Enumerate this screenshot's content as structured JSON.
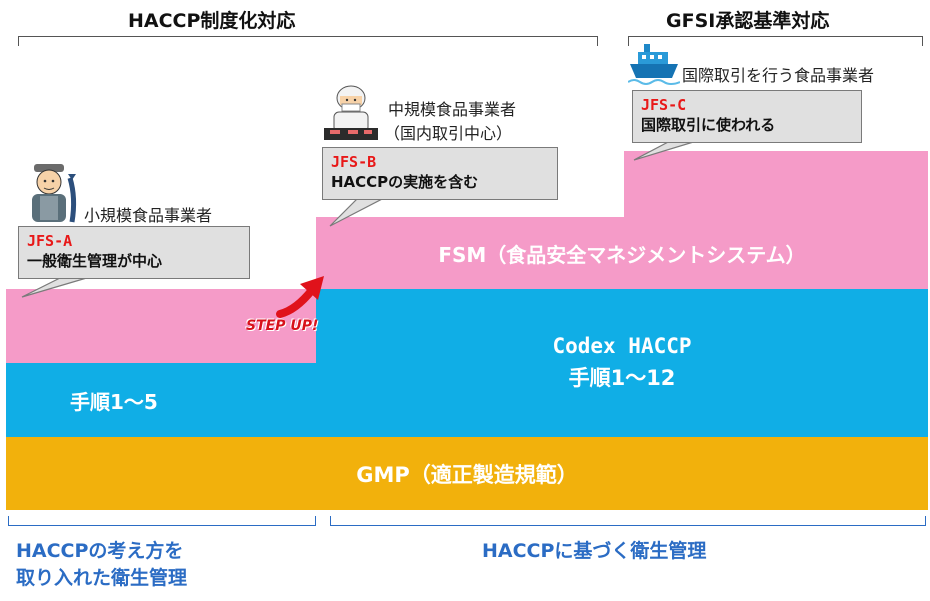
{
  "header": {
    "left_title": "HACCP制度化対応",
    "right_title": "GFSI承認基準対応"
  },
  "layers": {
    "gmp": "GMP（適正製造規範）",
    "codex_left": "手順1～5",
    "codex_right_line1": "Codex HACCP",
    "codex_right_line2": "手順1～12",
    "fsm": "FSM（食品安全マネジメントシステム）"
  },
  "callouts": [
    {
      "code": "JFS-A",
      "desc": "一般衛生管理が中心",
      "business": "小規模食品事業者",
      "business_line2": ""
    },
    {
      "code": "JFS-B",
      "desc": "HACCPの実施を含む",
      "business": "中規模食品事業者",
      "business_line2": "（国内取引中心）"
    },
    {
      "code": "JFS-C",
      "desc": "国際取引に使われる",
      "business": "国際取引を行う食品事業者",
      "business_line2": ""
    }
  ],
  "step_up": "STEP UP!",
  "footer": {
    "left_line1": "HACCPの考え方を",
    "left_line2": "取り入れた衛生管理",
    "right": "HACCPに基づく衛生管理"
  },
  "colors": {
    "gmp": "#f2b10c",
    "codex": "#10aee6",
    "fsm": "#f59bc8",
    "code_red": "#e81818",
    "footer_blue": "#2b6cc4"
  },
  "icons": [
    "fisherman-icon",
    "worker-icon",
    "ship-icon",
    "step-up-arrow-icon"
  ]
}
